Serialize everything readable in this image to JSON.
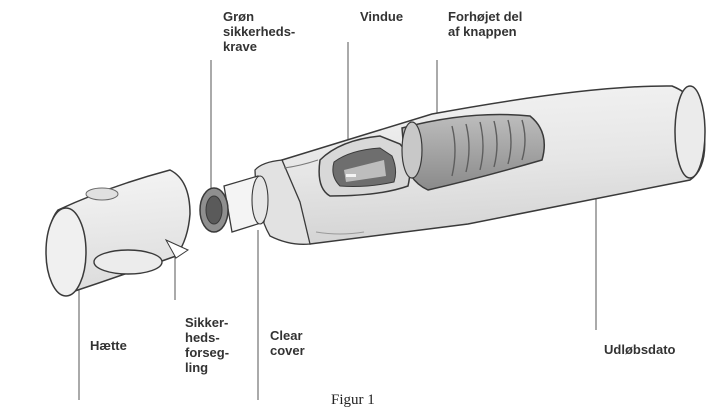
{
  "labels": {
    "collar": "Grøn\nsikkerheds-\nkrave",
    "window": "Vindue",
    "raised": "Forhøjet del\naf knappen",
    "cap": "Hætte",
    "seal": "Sikker-\nheds-\nforseg-\nling",
    "cover": "Clear\ncover",
    "expiry": "Udløbsdato"
  },
  "caption": "Figur 1",
  "colors": {
    "outline": "#3a3a3a",
    "body_fill": "#e9e9e9",
    "grip_fill": "#9a9a9a",
    "collar_fill": "#8f8f8f",
    "leader": "#555555"
  }
}
